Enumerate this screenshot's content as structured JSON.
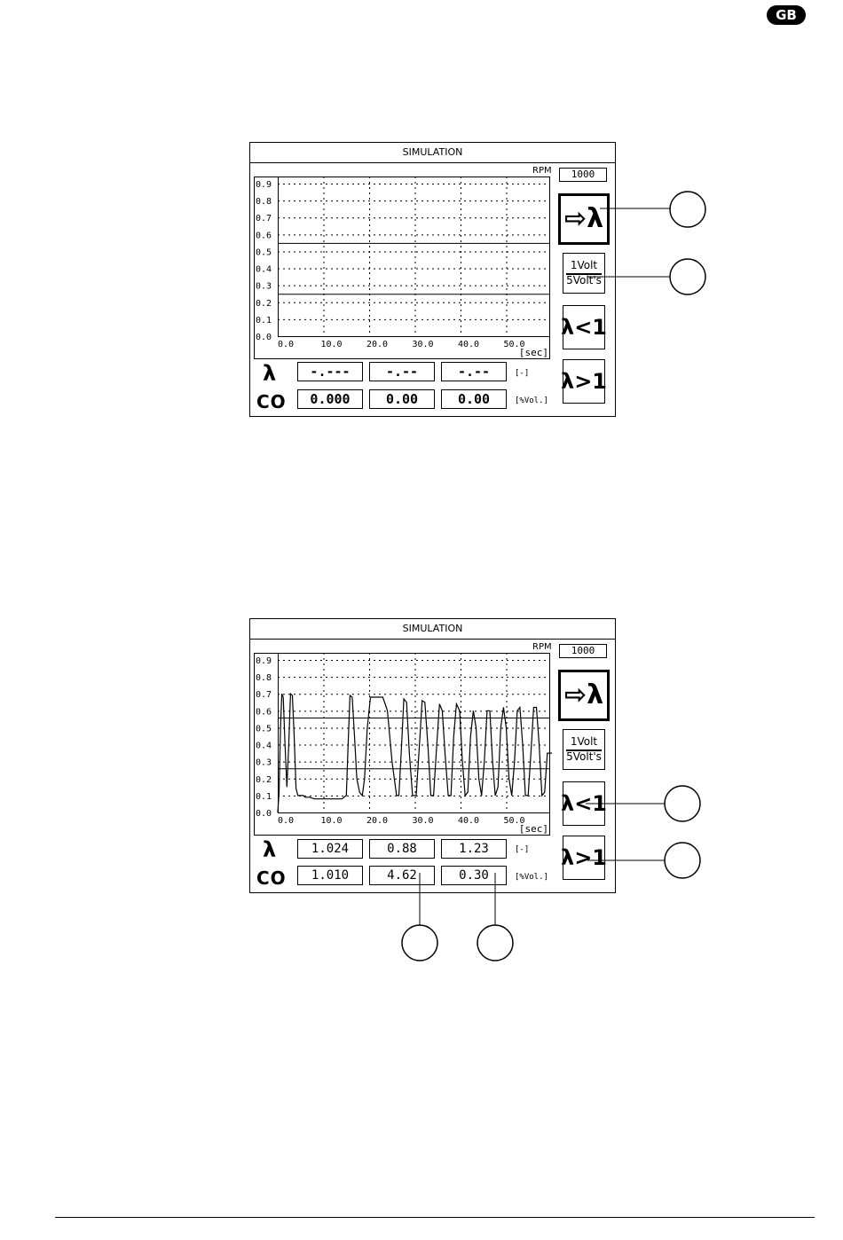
{
  "badge": "GB",
  "screens": [
    {
      "title": "SIMULATION",
      "rpm_label": "RPM",
      "rpm_value": "1000",
      "y_ticks": [
        "0.9",
        "0.8",
        "0.7",
        "0.6",
        "0.5",
        "0.4",
        "0.3",
        "0.2",
        "0.1",
        "0.0"
      ],
      "x_ticks": [
        "0.0",
        "10.0",
        "20.0",
        "30.0",
        "40.0",
        "50.0"
      ],
      "x_unit": "[sec]",
      "buttons": {
        "lambda_arrow": "⇨λ",
        "volt_top": "1Volt",
        "volt_bottom": "5Volt's",
        "lambda_lt": "λ<1",
        "lambda_gt": "λ>1"
      },
      "lambda_symbol": "λ",
      "co_symbol": "CO",
      "lambda_values": [
        "-.---",
        "-.--",
        "-.--"
      ],
      "lambda_unit": "[-]",
      "co_values": [
        "0.000",
        "0.00",
        "0.00"
      ],
      "co_unit": "[%Vol.]"
    },
    {
      "title": "SIMULATION",
      "rpm_label": "RPM",
      "rpm_value": "1000",
      "y_ticks": [
        "0.9",
        "0.8",
        "0.7",
        "0.6",
        "0.5",
        "0.4",
        "0.3",
        "0.2",
        "0.1",
        "0.0"
      ],
      "x_ticks": [
        "0.0",
        "10.0",
        "20.0",
        "30.0",
        "40.0",
        "50.0"
      ],
      "x_unit": "[sec]",
      "buttons": {
        "lambda_arrow": "⇨λ",
        "volt_top": "1Volt",
        "volt_bottom": "5Volt's",
        "lambda_lt": "λ<1",
        "lambda_gt": "λ>1"
      },
      "lambda_symbol": "λ",
      "co_symbol": "CO",
      "lambda_values": [
        "1.024",
        "0.88",
        "1.23"
      ],
      "lambda_unit": "[-]",
      "co_values": [
        "1.010",
        "4.62",
        "0.30"
      ],
      "co_unit": "[%Vol.]"
    }
  ],
  "chart_data": [
    {
      "type": "line",
      "title": "SIMULATION",
      "xlabel": "[sec]",
      "ylabel": "",
      "xlim": [
        0,
        60
      ],
      "ylim": [
        0,
        0.9
      ],
      "x_ticks": [
        0,
        10,
        20,
        30,
        40,
        50
      ],
      "y_ticks": [
        0.0,
        0.1,
        0.2,
        0.3,
        0.4,
        0.5,
        0.6,
        0.7,
        0.8,
        0.9
      ],
      "reference_lines_y": [
        0.25,
        0.55
      ],
      "grid": true,
      "series": []
    },
    {
      "type": "line",
      "title": "SIMULATION",
      "xlabel": "[sec]",
      "ylabel": "",
      "xlim": [
        0,
        60
      ],
      "ylim": [
        0,
        0.9
      ],
      "x_ticks": [
        0,
        10,
        20,
        30,
        40,
        50
      ],
      "y_ticks": [
        0.0,
        0.1,
        0.2,
        0.3,
        0.4,
        0.5,
        0.6,
        0.7,
        0.8,
        0.9
      ],
      "reference_lines_y": [
        0.26,
        0.56
      ],
      "grid": true,
      "series": [
        {
          "x": [
            0.0,
            0.3,
            0.6,
            0.9,
            1.2,
            1.6,
            2.0,
            2.4,
            2.8,
            3.2,
            3.6,
            4.0,
            4.4,
            4.8,
            5.2,
            5.6,
            6.0,
            6.4,
            6.8,
            7.0,
            8,
            10,
            12,
            14,
            15,
            15.4,
            15.8,
            16.3,
            16.8,
            17.3,
            17.9,
            18.5,
            19.0,
            19.6,
            20.3,
            21.0,
            22,
            23,
            24,
            25,
            26,
            26.5,
            27,
            27.6,
            28.2,
            28.8,
            29.5,
            30.3,
            31.0,
            31.6,
            32.2,
            32.9,
            33.5,
            34.1,
            34.8,
            35.4,
            36.0,
            36.6,
            37.3,
            37.9,
            38.5,
            39.1,
            39.8,
            40.4,
            41.0,
            41.6,
            42.2,
            42.8,
            43.4,
            44.0,
            44.6,
            45.2,
            45.8,
            46.4,
            47.0,
            47.6,
            48.2,
            48.8,
            49.4,
            50.0,
            50.6,
            51.2,
            51.8,
            52.4,
            53.0,
            53.6,
            54.2,
            54.8,
            55.4,
            56.0,
            56.6,
            57.2,
            57.8,
            58.4,
            59.0,
            59.6,
            60.0
          ],
          "y": [
            0.0,
            0.12,
            0.5,
            0.7,
            0.68,
            0.4,
            0.15,
            0.4,
            0.7,
            0.69,
            0.45,
            0.14,
            0.1,
            0.1,
            0.1,
            0.1,
            0.09,
            0.09,
            0.09,
            0.09,
            0.08,
            0.08,
            0.08,
            0.08,
            0.1,
            0.4,
            0.69,
            0.68,
            0.45,
            0.2,
            0.12,
            0.1,
            0.2,
            0.5,
            0.68,
            0.68,
            0.68,
            0.68,
            0.6,
            0.3,
            0.1,
            0.1,
            0.35,
            0.67,
            0.65,
            0.35,
            0.1,
            0.1,
            0.4,
            0.66,
            0.65,
            0.38,
            0.1,
            0.1,
            0.4,
            0.64,
            0.6,
            0.35,
            0.1,
            0.1,
            0.45,
            0.64,
            0.6,
            0.3,
            0.1,
            0.12,
            0.45,
            0.6,
            0.5,
            0.2,
            0.1,
            0.3,
            0.6,
            0.6,
            0.3,
            0.1,
            0.15,
            0.5,
            0.62,
            0.5,
            0.2,
            0.1,
            0.3,
            0.6,
            0.62,
            0.4,
            0.1,
            0.1,
            0.35,
            0.62,
            0.62,
            0.4,
            0.1,
            0.12,
            0.35,
            0.35,
            0.35
          ]
        }
      ]
    }
  ]
}
